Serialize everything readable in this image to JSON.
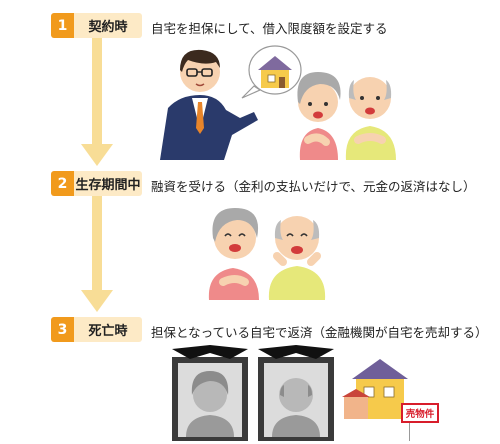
{
  "steps": [
    {
      "num": "1",
      "title": "契約時",
      "desc": "自宅を担保にして、借入限度額を設定する"
    },
    {
      "num": "2",
      "title": "生存期間中",
      "desc": "融資を受ける（金利の支払いだけで、元金の返済はなし）"
    },
    {
      "num": "3",
      "title": "死亡時",
      "desc": "担保となっている自宅で返済（金融機関が自宅を売却する）"
    }
  ],
  "sign": {
    "label": "売物件"
  },
  "colors": {
    "badge": "#f19a1c",
    "badge_bg": "#fdeac6",
    "arrow": "#f8dd96",
    "sign": "#d81d2b"
  }
}
